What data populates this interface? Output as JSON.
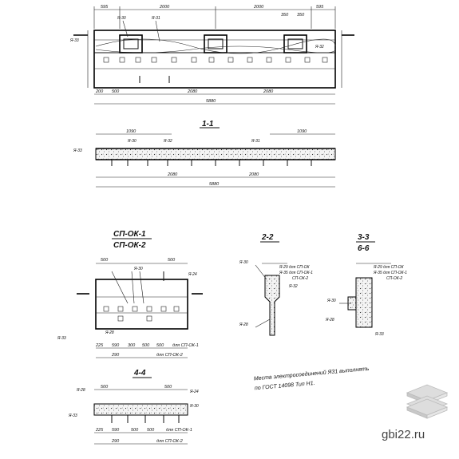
{
  "sections": {
    "s11": "1-1",
    "sp_ok": [
      "СП-ОК-1",
      "СП-ОК-2"
    ],
    "s22": "2-2",
    "s33": [
      "3-3",
      "6-6"
    ],
    "s44": "4-4"
  },
  "dimensions": {
    "top": [
      "595",
      "2000",
      "2000",
      "595"
    ],
    "top_right": [
      "350",
      "350"
    ],
    "overall": "5880",
    "bottom_left": [
      "200",
      "500"
    ],
    "bottom_mid": [
      "2080",
      "2080"
    ],
    "s11_top": [
      "1090",
      "1090"
    ],
    "s11_bottom": [
      "2080",
      "2080",
      "5880"
    ],
    "spok_top": [
      "500",
      "500"
    ],
    "spok_bottom": [
      "225",
      "590",
      "300",
      "500",
      "500",
      "290"
    ],
    "spok_label1": "для СП-ОК-1",
    "spok_label2": "для СП-ОК-2",
    "s44_top": [
      "500",
      "500"
    ],
    "s44_bottom": [
      "225",
      "590",
      "500",
      "500",
      "290"
    ],
    "s44_label1": "для СП-ОК-1",
    "s44_label2": "для СП-ОК-2"
  },
  "marks": {
    "m30": "Я-30",
    "m31": "Я-31",
    "m32": "Я-32",
    "m33": "Я-33",
    "m28": "Я-28",
    "m24": "Я-24",
    "note_r1": "Я-29 для СП-ОК",
    "note_r2": "Я-35 для СП-ОК-1",
    "note_r3": "СП-ОК-2"
  },
  "note": {
    "line1": "Места электросоединений Я31 выполнять",
    "line2": "по ГОСТ 14098 Тип Н1."
  },
  "watermark": {
    "site": "gbi22.ru",
    "logo_icon": "stacked-slabs-icon"
  }
}
